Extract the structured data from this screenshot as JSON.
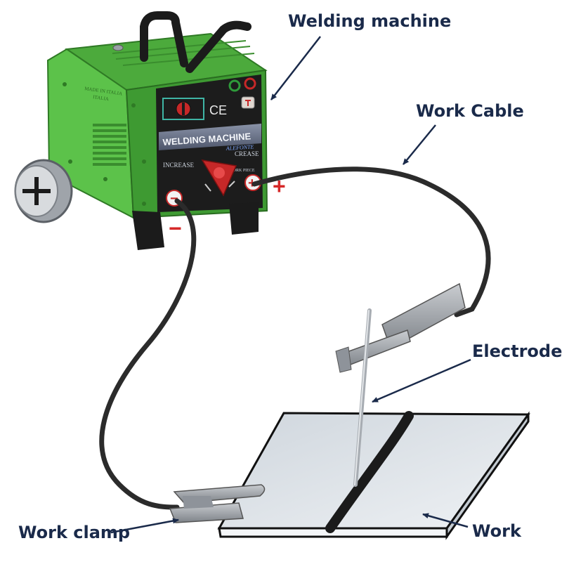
{
  "labels": {
    "welding_machine": "Welding machine",
    "work_cable": "Work Cable",
    "electrode": "Electrode",
    "work_clamp": "Work clamp",
    "work": "Work"
  },
  "machine_panel": {
    "ce_mark": "CE",
    "title": "WELDING MACHINE",
    "brand": "ALEFONTE",
    "increase": "INCREASE",
    "decrease": "CREASE",
    "work_piece": "WORK PIECE",
    "maker_line1": "MADE IN ITALIA",
    "maker_line2": "ITALIA"
  },
  "terminals": {
    "negative_symbol": "−",
    "positive_symbol": "+"
  },
  "colors": {
    "machine_body": "#5cc24a",
    "machine_dark": "#3e9a32",
    "panel": "#1c1c1c",
    "label_text": "#1a2a4a",
    "terminal_red": "#d62828",
    "cable": "#2b2b2b",
    "plate": "#dfe4ea"
  }
}
